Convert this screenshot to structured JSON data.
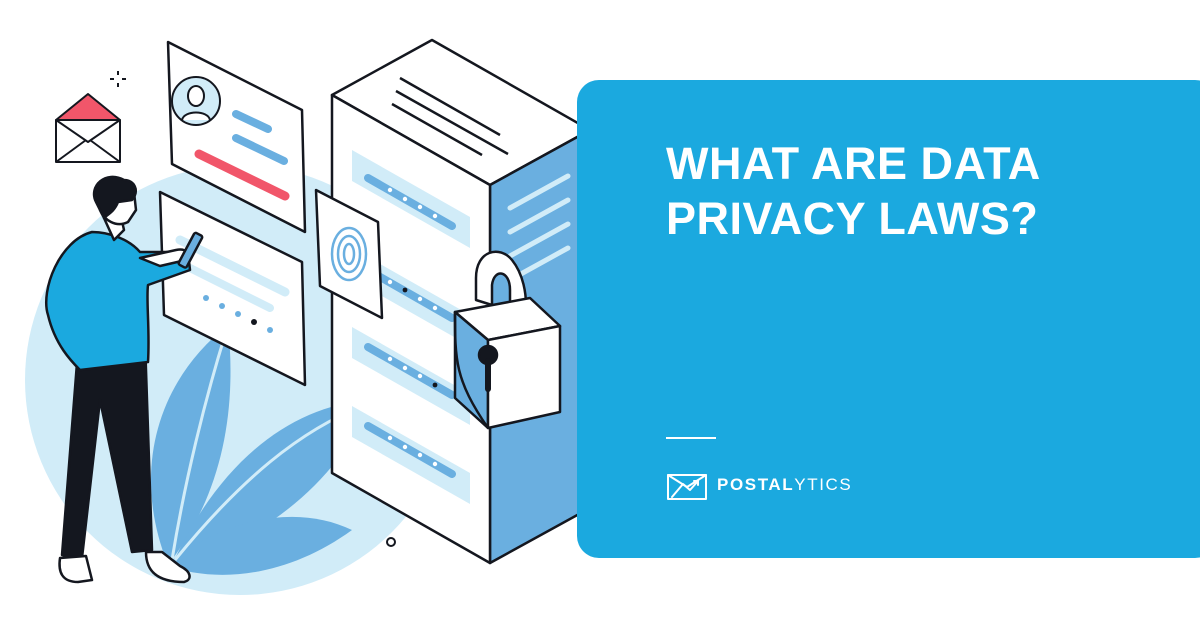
{
  "headline": {
    "line1": "WHAT ARE DATA",
    "line2": "PRIVACY LAWS?"
  },
  "brand": {
    "name_bold": "POSTAL",
    "name_light": "YTICS",
    "icon": "envelope-chart-icon"
  },
  "colors": {
    "panel": "#1ba9df",
    "accent_blue": "#1ba9df",
    "pale_blue": "#d1ecf8",
    "mid_blue": "#6aafe0",
    "alert_red": "#f1566a",
    "ink": "#14171f"
  },
  "illustration": {
    "icons": [
      "envelope-icon",
      "user-avatar-icon",
      "fingerprint-icon",
      "padlock-icon",
      "server-icon",
      "smartphone-icon",
      "leaf-icon"
    ]
  }
}
